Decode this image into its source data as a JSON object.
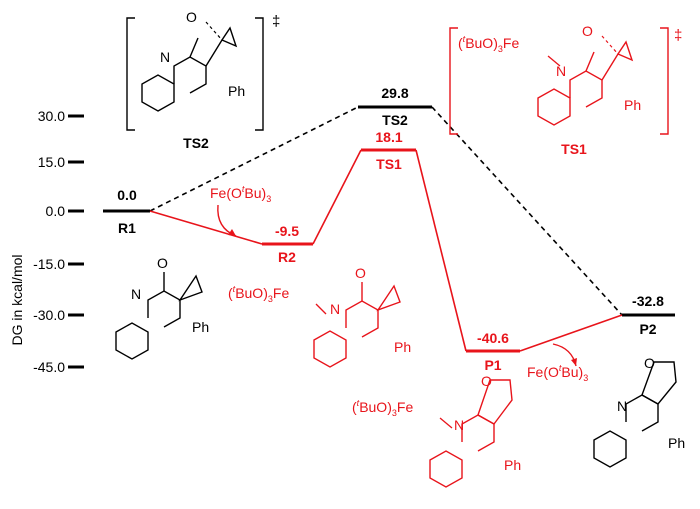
{
  "axis": {
    "ylabel": "DG in kcal/mol",
    "ticks": [
      "30.0",
      "15.0",
      "0.0",
      "-15.0",
      "-30.0",
      "-45.0"
    ]
  },
  "colors": {
    "black_path": "#000000",
    "red_path": "#e8141b"
  },
  "levels": {
    "R1": {
      "name": "R1",
      "value": "0.0"
    },
    "R2": {
      "name": "R2",
      "value": "-9.5"
    },
    "TS1": {
      "name": "TS1",
      "value": "18.1"
    },
    "TS2": {
      "name": "TS2",
      "value": "29.8"
    },
    "P1": {
      "name": "P1",
      "value": "-40.6"
    },
    "P2": {
      "name": "P2",
      "value": "-32.8"
    }
  },
  "annotations": {
    "fe_ligand_prefix": "Fe(O",
    "fe_ligand_sup": "t",
    "fe_ligand_mid": "Bu)",
    "fe_ligand_sub": "3",
    "fe_complex_open": "(",
    "fe_complex_sup": "t",
    "fe_complex_mid": "BuO)",
    "fe_complex_sub": "3",
    "fe_complex_end": "Fe",
    "dagger": "‡",
    "ts2_struct_label": "TS2",
    "ts1_struct_label": "TS1"
  },
  "atoms": {
    "N": "N",
    "O": "O",
    "Ph": "Ph"
  }
}
